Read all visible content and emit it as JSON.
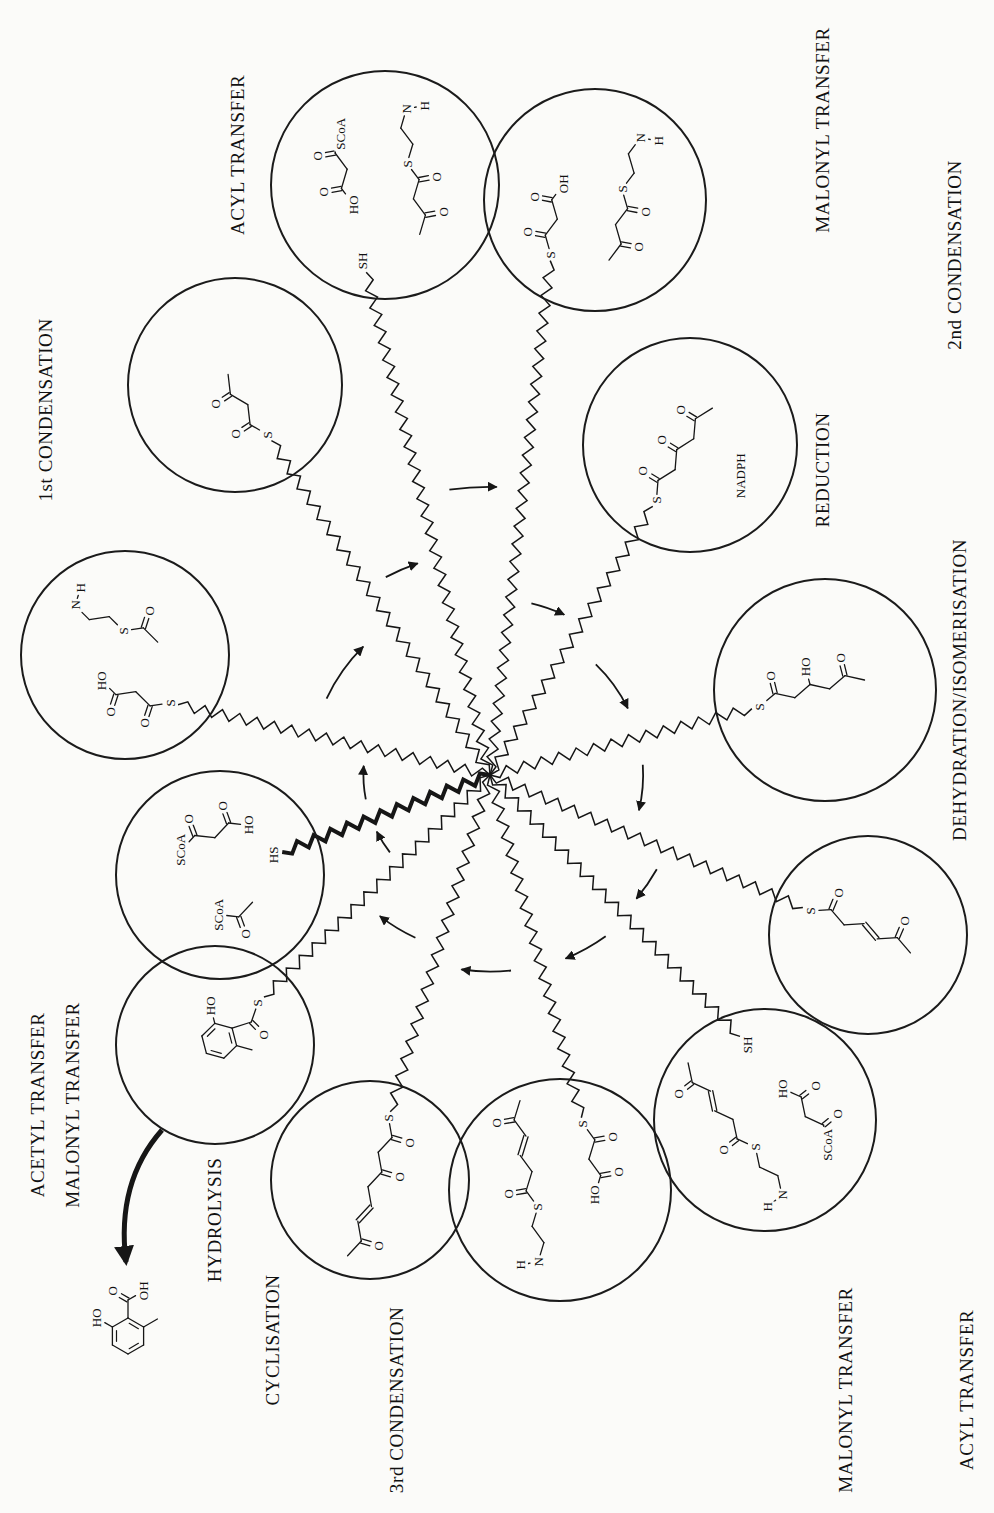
{
  "diagram": {
    "nodes": [
      {
        "text": [
          "ACETYL TRANSFER",
          "MALONYL TRANSFER"
        ]
      },
      {
        "text": [
          "1st CONDENSATION"
        ]
      },
      {
        "text": [
          "ACYL TRANSFER"
        ]
      },
      {
        "text": [
          "MALONYL TRANSFER"
        ]
      },
      {
        "text": [
          "2nd CONDENSATION"
        ]
      },
      {
        "text": [
          "REDUCTION"
        ]
      },
      {
        "text": [
          "DEHYDRATION/ISOMERISATION"
        ]
      },
      {
        "text": [
          "ACYL TRANSFER"
        ]
      },
      {
        "text": [
          "MALONYL TRANSFER"
        ]
      },
      {
        "text": [
          "3rd CONDENSATION"
        ]
      },
      {
        "text": [
          "CYCLISATION"
        ]
      },
      {
        "text": [
          "HYDROLYSIS"
        ]
      }
    ],
    "labels": [
      "HS",
      "O",
      "SCoA",
      "HO",
      "O",
      "O",
      "SCoA",
      "S",
      "O",
      "O",
      "HO",
      "N",
      "H",
      "S",
      "O",
      "S",
      "O",
      "O",
      "SH",
      "HO",
      "O",
      "O",
      "SCoA",
      "N",
      "H",
      "S",
      "O",
      "O",
      "S",
      "O",
      "O",
      "OH",
      "N",
      "H",
      "S",
      "O",
      "O",
      "S",
      "O",
      "O",
      "O",
      "NADPH",
      "S",
      "O",
      "HO",
      "O",
      "S",
      "O",
      "O",
      "SH",
      "HO",
      "O",
      "O",
      "SCoA",
      "N",
      "H",
      "S",
      "O",
      "O",
      "S",
      "O",
      "O",
      "HO",
      "N",
      "H",
      "S",
      "O",
      "O",
      "S",
      "O",
      "O",
      "O",
      "S",
      "O",
      "HO",
      "O",
      "OH",
      "HO"
    ]
  }
}
